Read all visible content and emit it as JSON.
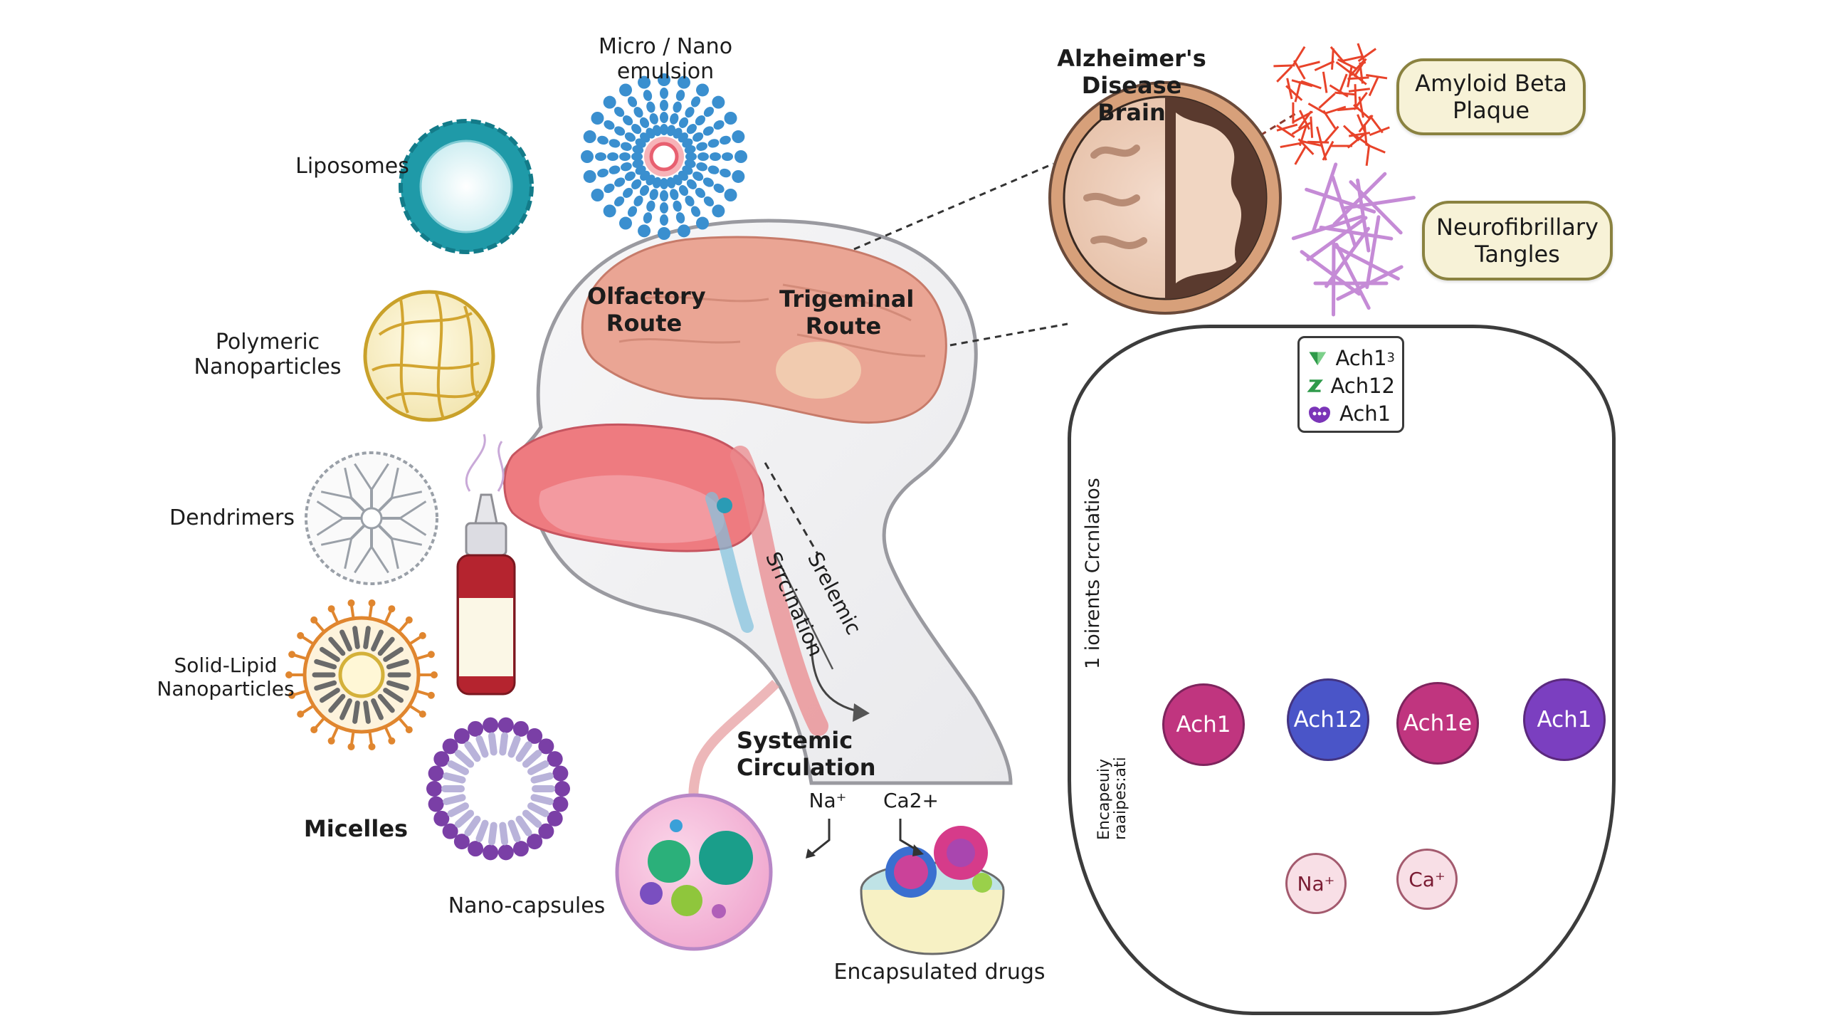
{
  "figure": {
    "title": "Intranasal nanocarrier delivery to the Alzheimer's disease brain",
    "carriers": [
      {
        "id": "micro-nano-emulsion",
        "label_line1": "Micro / Nano",
        "label_line2": "emulsion"
      },
      {
        "id": "liposomes",
        "label_line1": "Liposomes"
      },
      {
        "id": "polymeric-nanoparticles",
        "label_line1": "Polymeric",
        "label_line2": "Nanoparticles"
      },
      {
        "id": "dendrimers",
        "label_line1": "Dendrimers"
      },
      {
        "id": "solid-lipid-nanoparticles",
        "label_line1": "Solid-Lipid",
        "label_line2": "Nanoparticles"
      },
      {
        "id": "micelles",
        "label_line1": "Micelles"
      },
      {
        "id": "nano-capsules",
        "label_line1": "Nano-capsules"
      }
    ],
    "head": {
      "olfactory_line1": "Olfactory",
      "olfactory_line2": "Route",
      "trigeminal_line1": "Trigeminal",
      "trigeminal_line2": "Route",
      "route_label_a": "Srelemic",
      "route_label_b": "Srrcination",
      "systemic_circulation": "Systemic Circulation"
    },
    "ions_bottom": {
      "sodium": "Na⁺",
      "calcium": "Ca2+"
    },
    "encapsulated_drugs": "Encapsulated drugs",
    "ad_brain": {
      "title_line1": "Alzheimer's",
      "title_line2": "Disease Brain",
      "amyloid_line1": "Amyloid Beta",
      "amyloid_line2": "Plaque",
      "tangles_line1": "Neurofibrillary",
      "tangles_line2": "Tangles"
    },
    "synapse_panel": {
      "legend": [
        {
          "symbol": "green-triangle",
          "label": "Ach1",
          "subscript": "3"
        },
        {
          "symbol": "green-hourglass",
          "label": "Ach12",
          "subscript": ""
        },
        {
          "symbol": "purple-blob",
          "label": "Ach1",
          "subscript": ""
        }
      ],
      "side_label_top": "1 ioirents Crcnlatios",
      "side_label_bottom_line1": "Encapeuiy",
      "side_label_bottom_line2": "raaipes:ati",
      "receptors": [
        {
          "label": "Ach1",
          "color": "#c0357f"
        },
        {
          "label": "Ach12",
          "color": "#4a55c8"
        },
        {
          "label": "Ach1e",
          "color": "#c0357f"
        },
        {
          "label": "Ach1",
          "color": "#7b3fc0"
        }
      ],
      "ion_left": "Na⁺",
      "ion_right": "Ca⁺"
    },
    "colors": {
      "liposome": "#1f9aa8",
      "emulsion_tail": "#3a8fcf",
      "emulsion_core": "#f06a74",
      "polymeric": "#d9b53a",
      "dendrimer": "#9aa0a8",
      "sln": "#e0862f",
      "micelle": "#7a3fa6",
      "brain_tissue": "#e8a28f",
      "amyloid": "#e8432a",
      "tangles": "#c58bd6",
      "acetylcholine": "#2e9a4a"
    }
  }
}
